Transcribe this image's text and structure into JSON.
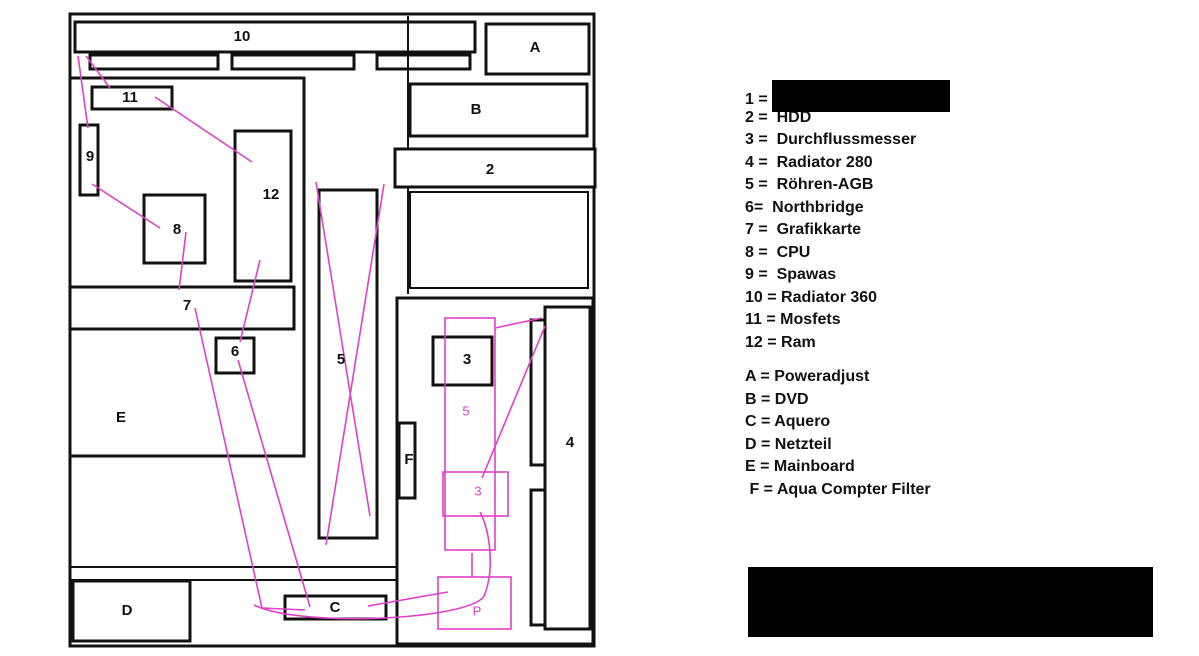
{
  "diagram": {
    "labels": {
      "n10": "10",
      "nA": "A",
      "n11": "11",
      "nB": "B",
      "n9": "9",
      "n2": "2",
      "n12": "12",
      "n8": "8",
      "n7": "7",
      "n5": "5",
      "n3": "3",
      "n6": "6",
      "nE": "E",
      "nF": "F",
      "n4": "4",
      "nD": "D",
      "nC": "C"
    },
    "pink_labels": {
      "p5": "5",
      "p3": "3",
      "pP": "P"
    },
    "colors": {
      "outline": "#111111",
      "tubing": "#e040c8"
    }
  },
  "legend": {
    "numbers": [
      "1 =",
      "2 =  HDD",
      "3 =  Durchflussmesser",
      "4 =  Radiator 280",
      "5 =  Röhren-AGB",
      "6=  Northbridge",
      "7 =  Grafikkarte",
      "8 =  CPU",
      "9 =  Spawas",
      "10 = Radiator 360",
      "11 = Mosfets",
      "12 = Ram"
    ],
    "letters": [
      "A = Poweradjust",
      "B = DVD",
      "C = Aquero",
      "D = Netzteil",
      "E = Mainboard",
      " F = Aqua Compter Filter"
    ]
  }
}
